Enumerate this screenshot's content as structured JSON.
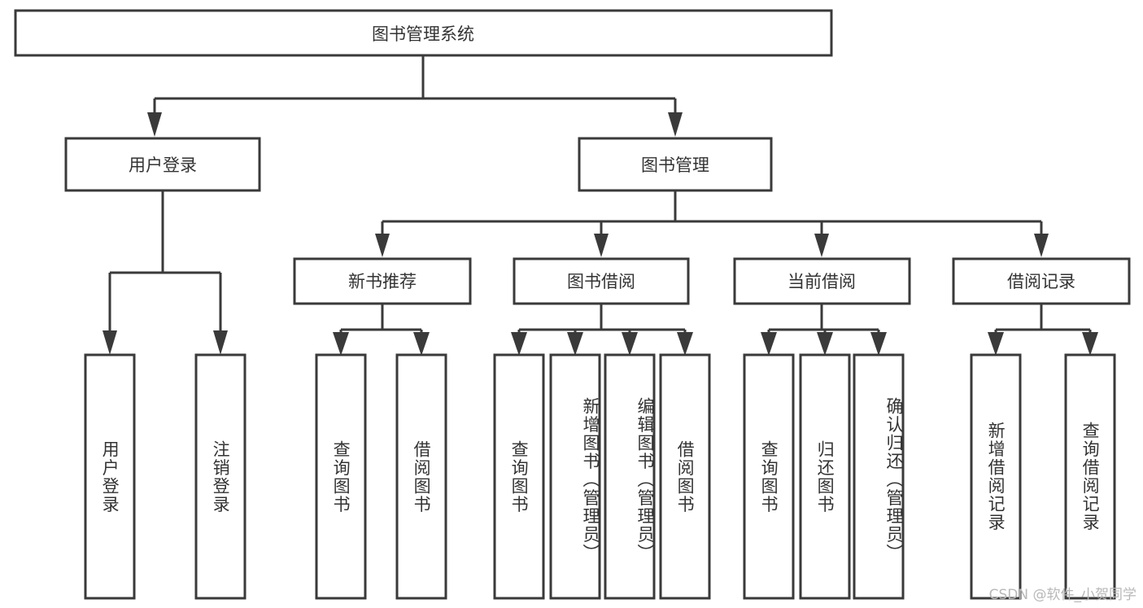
{
  "diagram": {
    "type": "tree",
    "title": "图书管理系统",
    "root": {
      "id": "root",
      "label": "图书管理系统",
      "orientation": "horizontal"
    },
    "level2": [
      {
        "id": "user-login",
        "label": "用户登录",
        "orientation": "horizontal"
      },
      {
        "id": "book-manage",
        "label": "图书管理",
        "orientation": "horizontal"
      }
    ],
    "level3": [
      {
        "id": "new-book-recommend",
        "label": "新书推荐",
        "orientation": "horizontal",
        "parent": "book-manage"
      },
      {
        "id": "book-borrow",
        "label": "图书借阅",
        "orientation": "horizontal",
        "parent": "book-manage"
      },
      {
        "id": "current-borrow",
        "label": "当前借阅",
        "orientation": "horizontal",
        "parent": "book-manage"
      },
      {
        "id": "borrow-record",
        "label": "借阅记录",
        "orientation": "horizontal",
        "parent": "book-manage"
      }
    ],
    "leaves": [
      {
        "id": "leaf-user-login",
        "label": "用户登录",
        "orientation": "vertical",
        "parent": "user-login"
      },
      {
        "id": "leaf-logout-login",
        "label": "注销登录",
        "orientation": "vertical",
        "parent": "user-login"
      },
      {
        "id": "leaf-query-book-1",
        "label": "查询图书",
        "orientation": "vertical",
        "parent": "new-book-recommend"
      },
      {
        "id": "leaf-borrow-book-1",
        "label": "借阅图书",
        "orientation": "vertical",
        "parent": "new-book-recommend"
      },
      {
        "id": "leaf-query-book-2",
        "label": "查询图书",
        "orientation": "vertical",
        "parent": "book-borrow"
      },
      {
        "id": "leaf-add-book",
        "label": "新增图书（管理员）",
        "orientation": "vertical",
        "parent": "book-borrow"
      },
      {
        "id": "leaf-edit-book",
        "label": "编辑图书（管理员）",
        "orientation": "vertical",
        "parent": "book-borrow"
      },
      {
        "id": "leaf-borrow-book-2",
        "label": "借阅图书",
        "orientation": "vertical",
        "parent": "book-borrow"
      },
      {
        "id": "leaf-query-book-3",
        "label": "查询图书",
        "orientation": "vertical",
        "parent": "current-borrow"
      },
      {
        "id": "leaf-return-book",
        "label": "归还图书",
        "orientation": "vertical",
        "parent": "current-borrow"
      },
      {
        "id": "leaf-confirm-return",
        "label": "确认归还（管理员）",
        "orientation": "vertical",
        "parent": "current-borrow"
      },
      {
        "id": "leaf-add-record",
        "label": "新增借阅记录",
        "orientation": "vertical",
        "parent": "borrow-record"
      },
      {
        "id": "leaf-query-record",
        "label": "查询借阅记录",
        "orientation": "vertical",
        "parent": "borrow-record"
      }
    ],
    "colors": {
      "stroke": "#3a3a3a",
      "fill": "#ffffff",
      "text": "#333333",
      "watermark": "#b8b8b8",
      "background": "#ffffff"
    }
  },
  "watermark": {
    "text": "CSDN @软件_小贺同学"
  }
}
